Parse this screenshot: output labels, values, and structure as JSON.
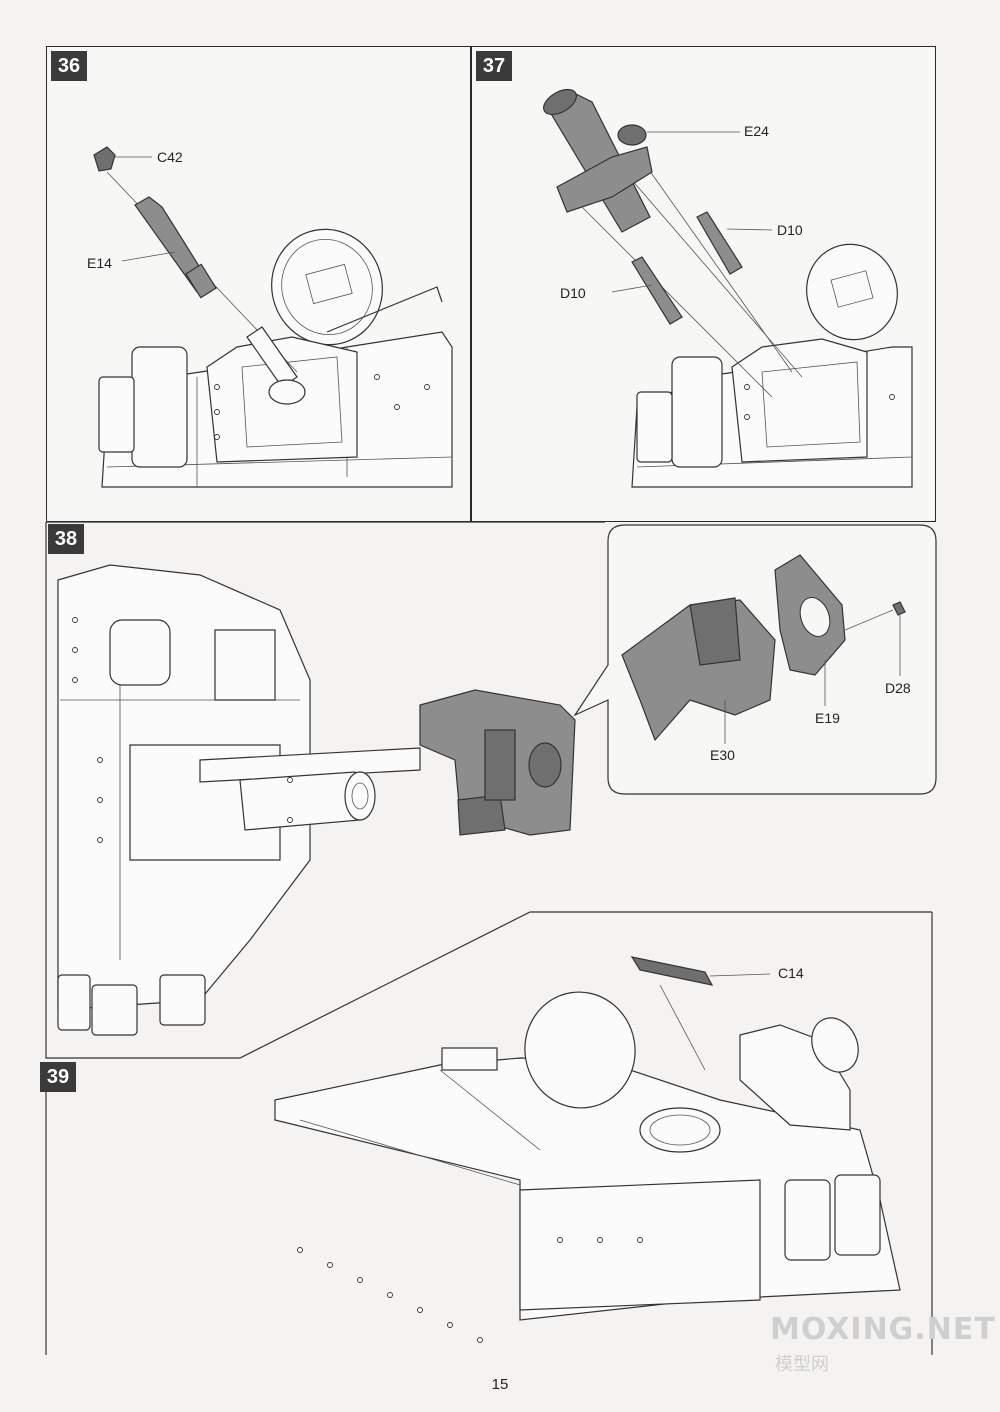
{
  "steps": {
    "s36": {
      "number": "36",
      "labels": {
        "c42": "C42",
        "e14": "E14"
      }
    },
    "s37": {
      "number": "37",
      "labels": {
        "e24": "E24",
        "d10a": "D10",
        "d10b": "D10"
      }
    },
    "s38": {
      "number": "38",
      "labels": {
        "d28": "D28",
        "e19": "E19",
        "e30": "E30"
      }
    },
    "s39": {
      "number": "39",
      "labels": {
        "c14": "C14"
      }
    }
  },
  "page_number": "15",
  "watermark": {
    "text": "MOXING.NET",
    "subtext": "模型网"
  },
  "colors": {
    "part_highlight": "#8d8d8d",
    "badge": "#3a3a3a",
    "line": "#333333"
  }
}
